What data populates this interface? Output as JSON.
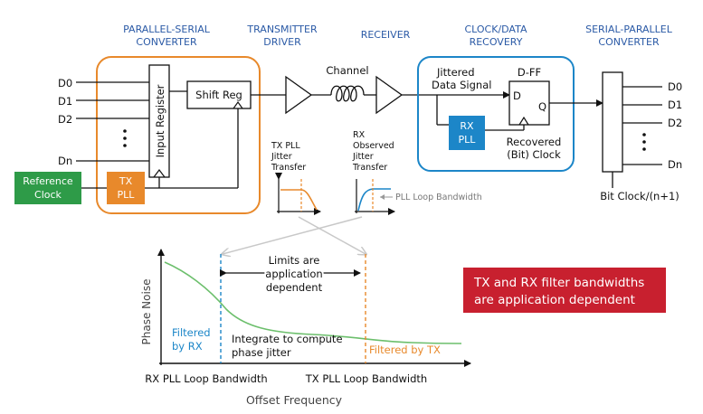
{
  "headers": {
    "parallel_serial": [
      "PARALLEL-SERIAL",
      "CONVERTER"
    ],
    "tx_driver": [
      "TRANSMITTER",
      "DRIVER"
    ],
    "receiver": "RECEIVER",
    "cdr": [
      "CLOCK/DATA",
      "RECOVERY"
    ],
    "serial_parallel": [
      "SERIAL-PARALLEL",
      "CONVERTER"
    ]
  },
  "inputs": [
    "D0",
    "D1",
    "D2",
    "Dn"
  ],
  "outputs": [
    "D0",
    "D1",
    "D2",
    "Dn"
  ],
  "blocks": {
    "input_register": "Input Register",
    "shift_reg": "Shift Reg",
    "tx_pll": [
      "TX",
      "PLL"
    ],
    "reference_clock": [
      "Reference",
      "Clock"
    ],
    "rx_pll": [
      "RX",
      "PLL"
    ],
    "dff_title": "D-FF",
    "dff_d": "D",
    "dff_q": "Q"
  },
  "signals": {
    "channel": "Channel",
    "jittered": [
      "Jittered",
      "Data Signal"
    ],
    "recovered": [
      "Recovered",
      "(Bit) Clock"
    ],
    "bit_clock": "Bit Clock/(n+1)"
  },
  "transfer": {
    "tx": [
      "TX PLL",
      "Jitter",
      "Transfer"
    ],
    "rx": [
      "RX",
      "Observed",
      "Jitter",
      "Transfer"
    ],
    "pll_bw": "PLL Loop Bandwidth"
  },
  "plot": {
    "ylabel": "Phase Noise",
    "xlabel": "Offset Frequency",
    "tick_rx": "RX PLL Loop Bandwidth",
    "tick_tx": "TX PLL Loop Bandwidth",
    "limits": [
      "Limits are",
      "application",
      "dependent"
    ],
    "filtered_rx": [
      "Filtered",
      "by RX"
    ],
    "integrate": [
      "Integrate to compute",
      "phase jitter"
    ],
    "filtered_tx": "Filtered by TX"
  },
  "note": [
    "TX and RX filter bandwidths",
    "are application dependent"
  ],
  "colors": {
    "orange": "#e8892b",
    "blue": "#1c86c8",
    "green": "#2e9b48",
    "red": "#c8202f",
    "header_blue": "#2b5aa6",
    "curve_green": "#6cbf6c"
  }
}
